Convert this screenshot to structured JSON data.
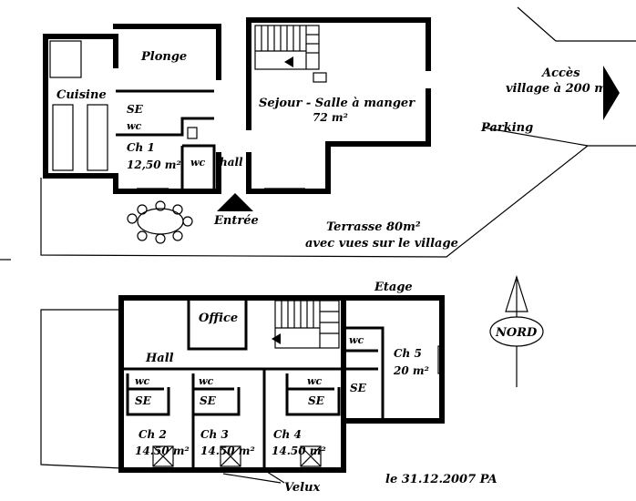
{
  "ground_floor": {
    "cuisine": "Cuisine",
    "plonge": "Plonge",
    "se": "SE",
    "wc_1": "wc",
    "ch1_name": "Ch 1",
    "ch1_area": "12,50 m²",
    "wc_2": "wc",
    "hall": "hall",
    "sejour": "Sejour - Salle à manger",
    "sejour_area": "72 m²",
    "entree": "Entrée",
    "acces_1": "Accès",
    "acces_2": "village à 200 m",
    "parking": "Parking",
    "terrasse_1": "Terrasse 80m²",
    "terrasse_2": "avec vues sur le village"
  },
  "upper_floor": {
    "etage": "Etage",
    "office": "Office",
    "hall": "Hall",
    "wc_ch5": "wc",
    "ch5_name": "Ch 5",
    "ch5_area": "20 m²",
    "se_ch5": "SE",
    "wc_ch2": "wc",
    "se_ch2": "SE",
    "wc_ch3": "wc",
    "se_ch3": "SE",
    "wc_ch4": "wc",
    "se_ch4": "SE",
    "ch2_name": "Ch 2",
    "ch2_area": "14.50 m²",
    "ch3_name": "Ch 3",
    "ch3_area": "14.50 m²",
    "ch4_name": "Ch 4",
    "ch4_area": "14.50 m²",
    "velux": "Velux"
  },
  "compass": {
    "label": "NORD"
  },
  "signature": "le 31.12.2007 PA"
}
